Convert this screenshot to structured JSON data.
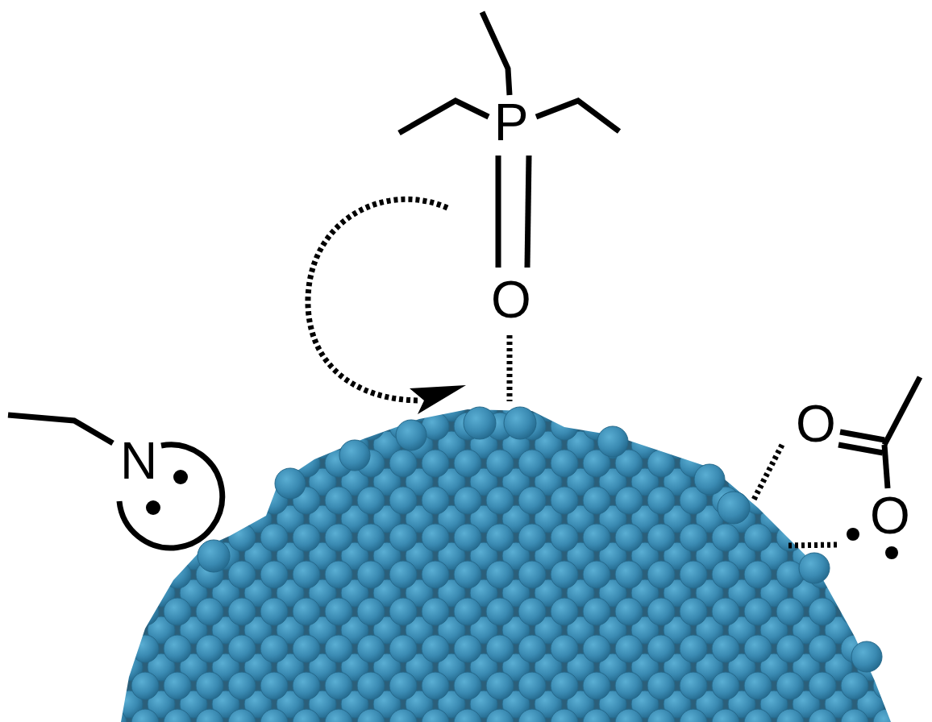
{
  "diagram": {
    "labels": [
      "P",
      "O",
      "N",
      "O",
      "O"
    ]
  }
}
